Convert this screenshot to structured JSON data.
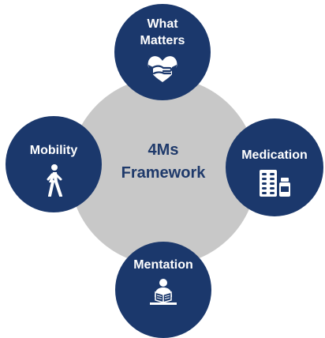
{
  "center": {
    "line1": "4Ms",
    "line2": "Framework"
  },
  "nodes": {
    "what_matters": {
      "line1": "What",
      "line2": "Matters",
      "icon": "heart-hands-icon"
    },
    "mobility": {
      "label": "Mobility",
      "icon": "walking-person-icon"
    },
    "medication": {
      "label": "Medication",
      "icon": "pill-pack-icon"
    },
    "mentation": {
      "label": "Mentation",
      "icon": "person-reading-icon"
    }
  },
  "colors": {
    "node": "#1b386c",
    "center": "#c8c8c8",
    "center_text": "#1f3a6b",
    "node_text": "#ffffff"
  }
}
